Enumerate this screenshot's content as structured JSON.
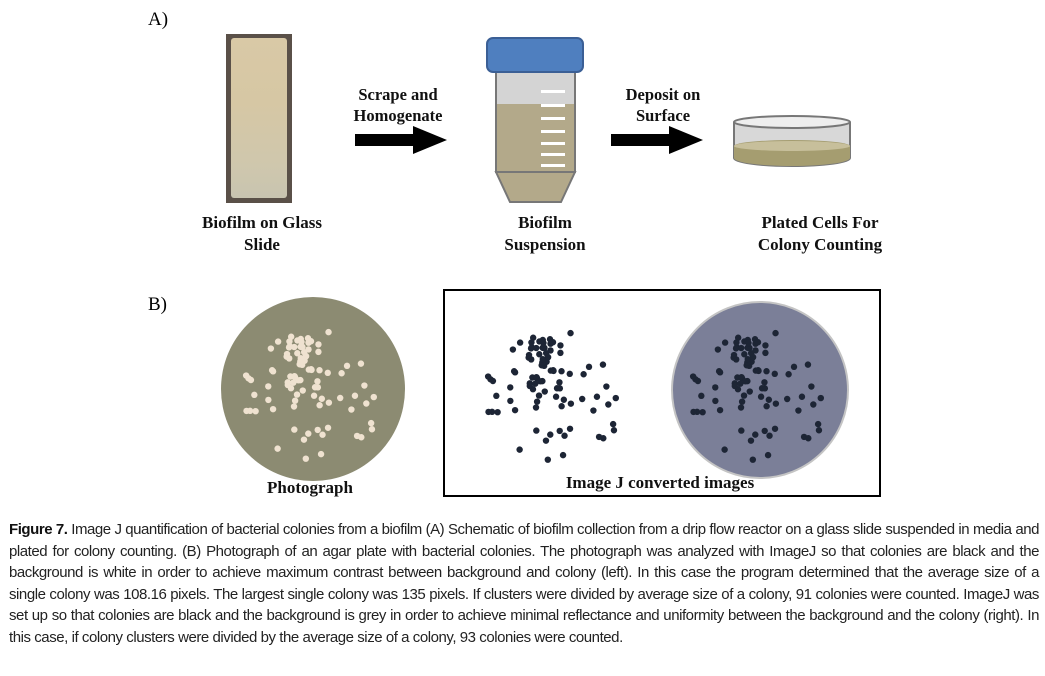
{
  "panel_a": {
    "label": "A)",
    "slide_label": [
      "Biofilm on Glass",
      "Slide"
    ],
    "arrow1_label": [
      "Scrape and",
      "Homogenate"
    ],
    "tube_label": [
      "Biofilm",
      "Suspension"
    ],
    "arrow2_label": [
      "Deposit on",
      "Surface"
    ],
    "dish_label": [
      "Plated Cells For",
      "Colony Counting"
    ]
  },
  "panel_b": {
    "label": "B)",
    "photo_label": "Photograph",
    "converted_label": "Image J converted images"
  },
  "caption": {
    "title": "Figure 7.",
    "text": " Image J quantification of bacterial colonies from a biofilm (A) Schematic of biofilm collection from a drip flow reactor on a glass slide suspended in media and plated for colony counting. (B) Photograph of an agar plate with bacterial colonies. The photograph was analyzed with ImageJ so that colonies are black and the background is white in order to achieve maximum contrast between background and colony (left). In this case the program determined that the average size of a single colony was 108.16 pixels. The largest single colony was 135 pixels. If clusters were divided by average size of a colony, 91 colonies were counted. ImageJ was set up so that colonies are black and the background is grey in order to achieve minimal reflectance and uniformity between the background and the colony (right). In this case, if colony clusters were divided by the average size of a colony, 93 colonies were counted."
  },
  "colors": {
    "cap_blue": "#4f7fbf",
    "suspension": "#b3a98a",
    "agar_photo": "#8c8b72",
    "agar_grey": "#7b7f98"
  }
}
